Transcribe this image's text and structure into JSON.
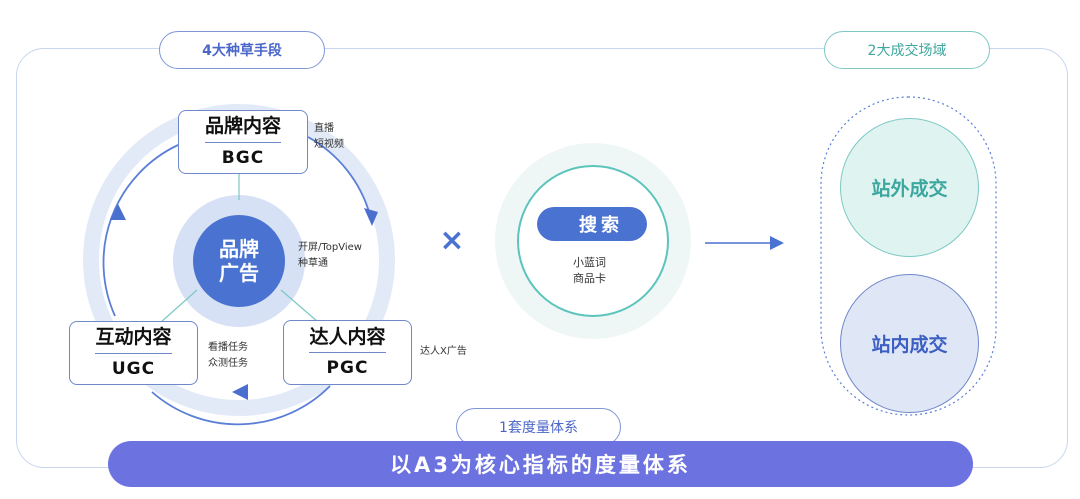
{
  "labels": {
    "methods_title": "4大种草手段",
    "venues_title": "2大成交场域",
    "system_title": "1套度量体系",
    "banner": "以A3为核心指标的度量体系"
  },
  "cycle": {
    "center": {
      "line1": "品牌",
      "line2": "广告",
      "note": [
        "开屏/TopView",
        "种草通"
      ]
    },
    "bgc": {
      "title": "品牌内容",
      "code": "BGC",
      "note": [
        "直播",
        "短视频"
      ]
    },
    "ugc": {
      "title": "互动内容",
      "code": "UGC",
      "note": [
        "看播任务",
        "众测任务"
      ]
    },
    "pgc": {
      "title": "达人内容",
      "code": "PGC",
      "note": [
        "达人X广告"
      ]
    }
  },
  "multiply_symbol": "×",
  "search": {
    "label": "搜索",
    "note": [
      "小蓝词",
      "商品卡"
    ]
  },
  "venues": {
    "offsite": "站外成交",
    "onsite": "站内成交"
  },
  "colors": {
    "primary": "#4a72d0",
    "teal": "#7cc9c4",
    "banner": "#6c72df",
    "ring": "#e3eaf7"
  }
}
